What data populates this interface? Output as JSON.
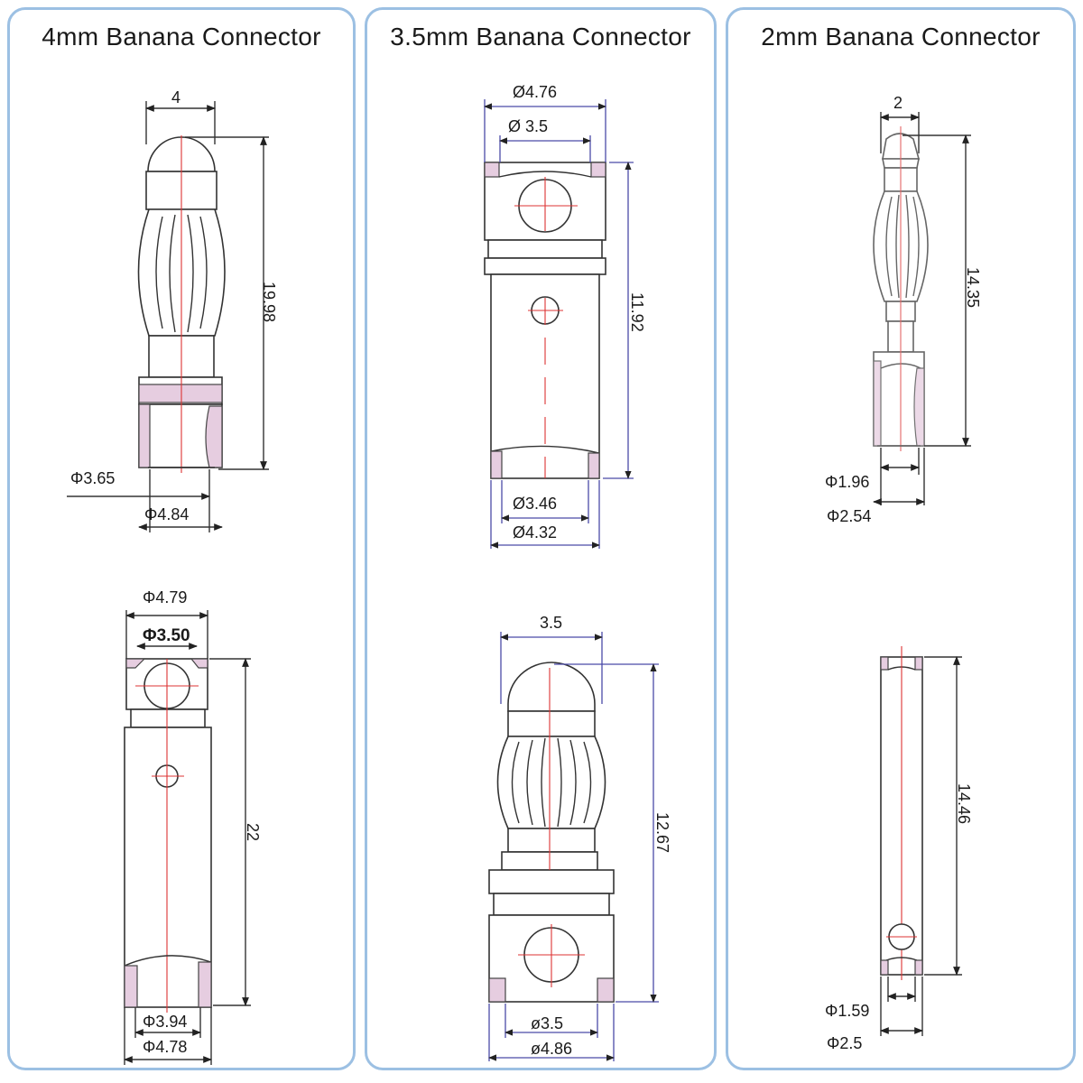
{
  "panels": [
    {
      "title": "4mm Banana Connector",
      "male_dims": {
        "width": "4",
        "length": "19.98",
        "inner_dia": "Φ3.65",
        "outer_dia": "Φ4.84"
      },
      "female_dims": {
        "outer_top": "Φ4.79",
        "inner_top": "Φ3.50",
        "length": "22",
        "inner_bottom": "Φ3.94",
        "outer_bottom": "Φ4.78"
      }
    },
    {
      "title": "3.5mm Banana Connector",
      "female_dims": {
        "outer_top": "Ø4.76",
        "inner_top": "Ø 3.5",
        "length": "11.92",
        "inner_bottom": "Ø3.46",
        "outer_bottom": "Ø4.32"
      },
      "male_dims": {
        "width": "3.5",
        "length": "12.67",
        "inner_dia": "ø3.5",
        "outer_dia": "ø4.86"
      }
    },
    {
      "title": "2mm Banana Connector",
      "male_dims": {
        "width": "2",
        "length": "14.35",
        "inner_dia": "Φ1.96",
        "outer_dia": "Φ2.54"
      },
      "female_dims": {
        "length": "14.46",
        "inner_dia": "Φ1.59",
        "outer_dia": "Φ2.5"
      }
    }
  ],
  "colors": {
    "panel_border": "#9cc0e3",
    "centerline": "#dd3333",
    "hatch": "#e6cde0",
    "dim_line": "#4a4aa8"
  }
}
